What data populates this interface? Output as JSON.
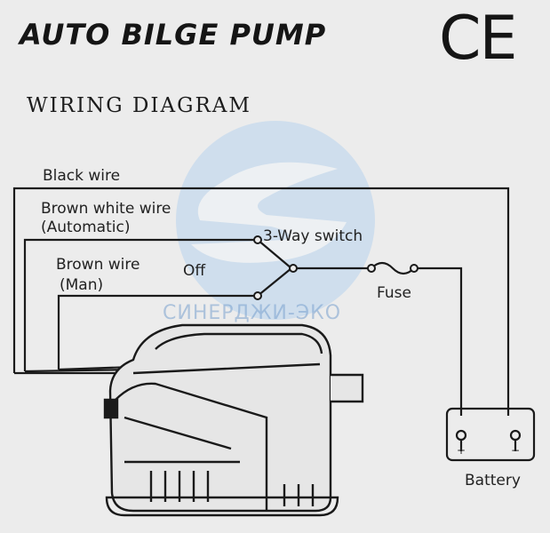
{
  "header": {
    "title": "AUTO BILGE PUMP",
    "ce_mark": "CE",
    "subtitle": "WIRING DIAGRAM"
  },
  "labels": {
    "black_wire": "Black wire",
    "brown_white_wire": "Brown white wire",
    "automatic": "(Automatic)",
    "brown_wire": "Brown wire",
    "man": "(Man)",
    "off": "Off",
    "switch": "3-Way switch",
    "fuse": "Fuse",
    "battery": "Battery",
    "plus": "+",
    "minus": "−"
  },
  "watermark": {
    "text": "СИНЕРДЖИ-ЭКО",
    "color": "#7aa6d6"
  },
  "colors": {
    "ink": "#1a1a1a",
    "background": "#ececec"
  }
}
